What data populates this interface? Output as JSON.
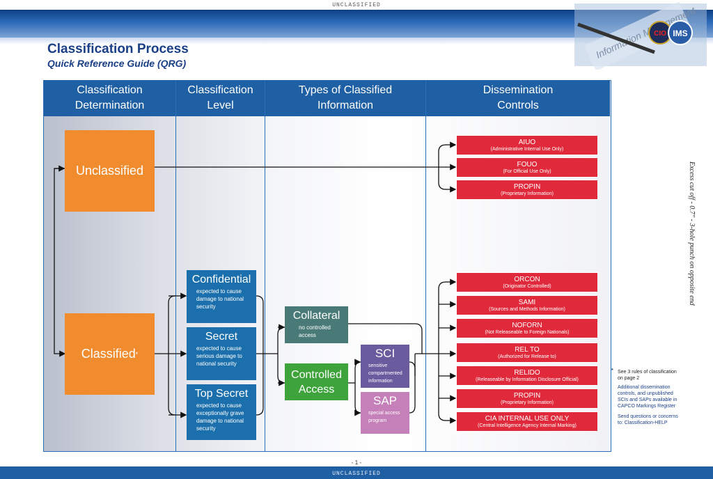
{
  "banner_top": "UNCLASSIFIED",
  "banner_bottom": "UNCLASSIFIED",
  "title": "Classification Process",
  "subtitle": "Quick Reference Guide (QRG)",
  "logo": {
    "cio": "CIO",
    "ims": "IMS",
    "watermark": "Information Management"
  },
  "columns": [
    "Classification Determination",
    "Classification Level",
    "Types of Classified Information",
    "Dissemination Controls"
  ],
  "determination": {
    "unclassified": "Unclassified",
    "classified": "Classified",
    "classified_mark": "*"
  },
  "levels": [
    {
      "title": "Confidential",
      "desc": "expected to cause damage to national security"
    },
    {
      "title": "Secret",
      "desc": "expected to cause serious damage to national security"
    },
    {
      "title": "Top Secret",
      "desc": "expected to cause exceptionally grave damage to national security"
    }
  ],
  "types": {
    "collateral": {
      "title": "Collateral",
      "desc": "no controlled access"
    },
    "controlled": {
      "title": "Controlled Access"
    },
    "sci": {
      "title": "SCI",
      "desc": "sensitive compartmented information"
    },
    "sap": {
      "title": "SAP",
      "desc": "special access program"
    }
  },
  "unclass_controls": [
    {
      "title": "AIUO",
      "desc": "(Administrative Internal Use Only)"
    },
    {
      "title": "FOUO",
      "desc": "(For Official Use Only)"
    },
    {
      "title": "PROPIN",
      "desc": "(Proprietary Information)"
    }
  ],
  "class_controls": [
    {
      "title": "ORCON",
      "desc": "(Originator Controlled)"
    },
    {
      "title": "SAMI",
      "desc": "(Sources and Methods Information)"
    },
    {
      "title": "NOFORN",
      "desc": "(Not Releaseable to Foreign Nationals)"
    },
    {
      "title": "REL TO",
      "desc": "(Authorized for Release to)"
    },
    {
      "title": "RELIDO",
      "desc": "(Releaseable by Information Disclosure Official)"
    },
    {
      "title": "PROPIN",
      "desc": "(Proprietary Information)"
    },
    {
      "title": "CIA INTERNAL USE ONLY",
      "desc": "(Central Intelligence Agency Internal Marking)"
    }
  ],
  "notes": {
    "star": "*",
    "rules": "See 3 rules of classification on page 2",
    "additional": "Additional dissemination controls, and unpublished SCIs and SAPs available in CAPCO Markings Register",
    "questions": "Send questions or concerns to: Classification-HELP"
  },
  "side_note": "Excess cut off - 0.7\" - 3-hole punch on opposite end",
  "page_number": "- 1 -",
  "colors": {
    "header_blue": "#1f5fa3",
    "orange": "#f08b2e",
    "blue_box": "#1b6fad",
    "red": "#e02a3b",
    "teal": "#4a7a78",
    "green": "#3fa33b",
    "purple": "#6a5a9e",
    "lavender": "#c580b9"
  }
}
